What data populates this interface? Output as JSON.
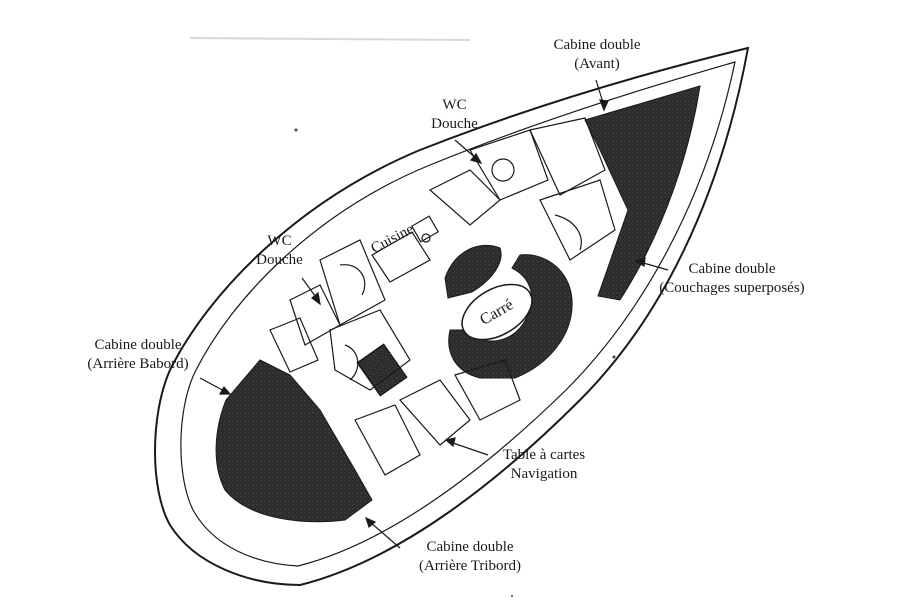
{
  "labels": {
    "cabine_avant": {
      "line1": "Cabine double",
      "line2": "(Avant)"
    },
    "wc_avant": {
      "line1": "WC",
      "line2": "Douche"
    },
    "wc_milieu": {
      "line1": "WC",
      "line2": "Douche"
    },
    "cuisine": "Cuisine",
    "carre": "Carré",
    "cabine_superposes": {
      "line1": "Cabine double",
      "line2": "(Couchages superposés)"
    },
    "cabine_babord": {
      "line1": "Cabine double",
      "line2": "(Arrière Babord)"
    },
    "table_cartes": {
      "line1": "Table à cartes",
      "line2": "Navigation"
    },
    "cabine_tribord": {
      "line1": "Cabine double",
      "line2": "(Arrière Tribord)"
    }
  },
  "colors": {
    "ink": "#1a1a1a",
    "fill_dark": "#2a2a2a",
    "paper": "#ffffff"
  }
}
